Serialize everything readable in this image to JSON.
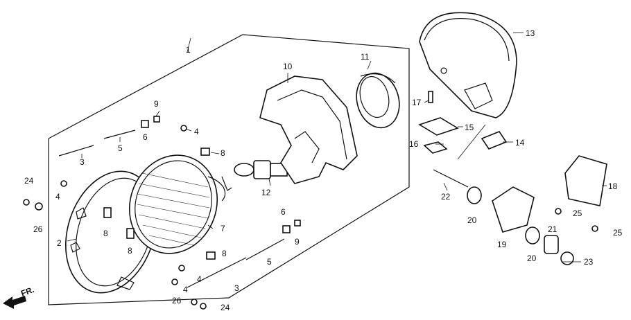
{
  "diagram": {
    "direction_label": "FR.",
    "callouts": {
      "c1": "1",
      "c2": "2",
      "c3a": "3",
      "c3b": "3",
      "c4a": "4",
      "c4b": "4",
      "c4c": "4",
      "c4d": "4",
      "c5a": "5",
      "c5b": "5",
      "c6a": "6",
      "c6b": "6",
      "c7": "7",
      "c8a": "8",
      "c8b": "8",
      "c8c": "8",
      "c8d": "8",
      "c9a": "9",
      "c9b": "9",
      "c10": "10",
      "c11": "11",
      "c12": "12",
      "c13": "13",
      "c14": "14",
      "c15": "15",
      "c16": "16",
      "c17": "17",
      "c18": "18",
      "c19": "19",
      "c20a": "20",
      "c20b": "20",
      "c21": "21",
      "c22": "22",
      "c23": "23",
      "c24a": "24",
      "c24b": "24",
      "c25a": "25",
      "c25b": "25",
      "c26a": "26",
      "c26b": "26"
    }
  }
}
